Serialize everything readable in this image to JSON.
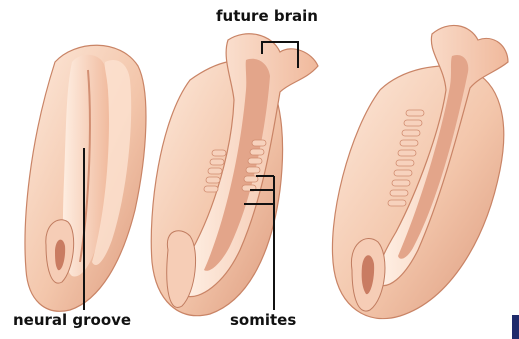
{
  "labels": {
    "future_brain": "future brain",
    "neural_groove": "neural groove",
    "somites": "somites"
  },
  "colors": {
    "skin": "#f2c3a8",
    "skin_light": "#fbe3d3",
    "skin_shadow": "#d99478",
    "groove_shadow": "#c97c62",
    "line": "#111111",
    "edge_mark": "#1f2a6b"
  }
}
